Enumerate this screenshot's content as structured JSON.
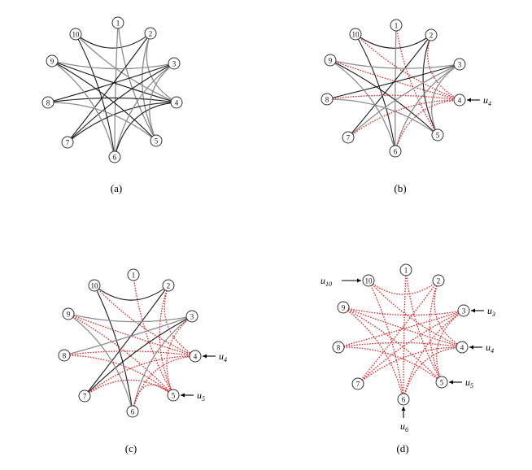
{
  "panels": [
    {
      "id": "a",
      "caption": "(a)",
      "annotations": [],
      "edges": [
        [
          "10",
          "2",
          "dark"
        ],
        [
          "10",
          "6",
          "dark"
        ],
        [
          "10",
          "4",
          "gray"
        ],
        [
          "1",
          "6",
          "gray"
        ],
        [
          "1",
          "5",
          "gray"
        ],
        [
          "2",
          "5",
          "gray"
        ],
        [
          "2",
          "7",
          "dark"
        ],
        [
          "2",
          "4",
          "gray"
        ],
        [
          "9",
          "3",
          "gray"
        ],
        [
          "9",
          "4",
          "dark"
        ],
        [
          "9",
          "5",
          "dark"
        ],
        [
          "8",
          "3",
          "dark"
        ],
        [
          "8",
          "4",
          "dark"
        ],
        [
          "7",
          "3",
          "dark"
        ],
        [
          "7",
          "4",
          "dark"
        ],
        [
          "6",
          "3",
          "gray"
        ],
        [
          "6",
          "4",
          "dark"
        ],
        [
          "5",
          "3",
          "gray"
        ],
        [
          "8",
          "5",
          "gray"
        ],
        [
          "9",
          "6",
          "gray"
        ]
      ]
    },
    {
      "id": "b",
      "caption": "(b)",
      "annotations": [
        {
          "node": "4",
          "side": "right",
          "label": "u",
          "sub": "4"
        }
      ],
      "edges": [
        [
          "10",
          "2",
          "dark"
        ],
        [
          "10",
          "6",
          "dark"
        ],
        [
          "10",
          "4",
          "red"
        ],
        [
          "1",
          "6",
          "gray"
        ],
        [
          "1",
          "5",
          "red"
        ],
        [
          "2",
          "5",
          "dark"
        ],
        [
          "2",
          "7",
          "dark"
        ],
        [
          "2",
          "4",
          "red"
        ],
        [
          "9",
          "3",
          "gray"
        ],
        [
          "9",
          "4",
          "red"
        ],
        [
          "9",
          "5",
          "dark"
        ],
        [
          "8",
          "3",
          "dark"
        ],
        [
          "8",
          "4",
          "red"
        ],
        [
          "7",
          "3",
          "gray"
        ],
        [
          "7",
          "4",
          "red"
        ],
        [
          "6",
          "3",
          "gray"
        ],
        [
          "6",
          "4",
          "red"
        ],
        [
          "5",
          "3",
          "gray"
        ],
        [
          "8",
          "5",
          "gray"
        ],
        [
          "9",
          "6",
          "gray"
        ]
      ]
    },
    {
      "id": "c",
      "caption": "(c)",
      "annotations": [
        {
          "node": "4",
          "side": "right",
          "label": "u",
          "sub": "4"
        },
        {
          "node": "5",
          "side": "right",
          "label": "u",
          "sub": "5"
        }
      ],
      "edges": [
        [
          "10",
          "2",
          "dark"
        ],
        [
          "10",
          "6",
          "dark"
        ],
        [
          "10",
          "4",
          "red"
        ],
        [
          "1",
          "5",
          "red"
        ],
        [
          "2",
          "5",
          "red"
        ],
        [
          "2",
          "7",
          "dark"
        ],
        [
          "2",
          "4",
          "red"
        ],
        [
          "9",
          "3",
          "gray"
        ],
        [
          "9",
          "4",
          "red"
        ],
        [
          "9",
          "5",
          "red"
        ],
        [
          "8",
          "3",
          "gray"
        ],
        [
          "8",
          "4",
          "red"
        ],
        [
          "7",
          "3",
          "dark"
        ],
        [
          "7",
          "4",
          "red"
        ],
        [
          "7",
          "5",
          "red"
        ],
        [
          "6",
          "3",
          "gray"
        ],
        [
          "6",
          "4",
          "red"
        ],
        [
          "6",
          "5",
          "red"
        ],
        [
          "3",
          "5",
          "red"
        ],
        [
          "8",
          "5",
          "red"
        ],
        [
          "9",
          "6",
          "gray"
        ]
      ]
    },
    {
      "id": "d",
      "caption": "(d)",
      "annotations": [
        {
          "node": "10",
          "side": "left",
          "label": "u",
          "sub": "10"
        },
        {
          "node": "3",
          "side": "right",
          "label": "u",
          "sub": "3"
        },
        {
          "node": "4",
          "side": "right",
          "label": "u",
          "sub": "4"
        },
        {
          "node": "5",
          "side": "right",
          "label": "u",
          "sub": "5"
        },
        {
          "node": "6",
          "side": "below",
          "label": "u",
          "sub": "6"
        }
      ],
      "edges": [
        [
          "10",
          "2",
          "red"
        ],
        [
          "10",
          "6",
          "red"
        ],
        [
          "10",
          "4",
          "red"
        ],
        [
          "1",
          "6",
          "red"
        ],
        [
          "1",
          "5",
          "red"
        ],
        [
          "2",
          "5",
          "red"
        ],
        [
          "2",
          "7",
          "red"
        ],
        [
          "2",
          "4",
          "red"
        ],
        [
          "9",
          "3",
          "red"
        ],
        [
          "9",
          "4",
          "red"
        ],
        [
          "9",
          "5",
          "red"
        ],
        [
          "8",
          "3",
          "red"
        ],
        [
          "8",
          "4",
          "red"
        ],
        [
          "7",
          "3",
          "red"
        ],
        [
          "7",
          "4",
          "red"
        ],
        [
          "6",
          "3",
          "red"
        ],
        [
          "6",
          "4",
          "red"
        ],
        [
          "5",
          "3",
          "red"
        ],
        [
          "8",
          "5",
          "red"
        ],
        [
          "9",
          "6",
          "red"
        ]
      ]
    }
  ],
  "node_labels": [
    "1",
    "2",
    "3",
    "4",
    "5",
    "6",
    "7",
    "8",
    "9",
    "10"
  ],
  "colors": {
    "red": "#e8272a",
    "gray": "#8c8c8c",
    "dark": "#1a1a1a"
  }
}
